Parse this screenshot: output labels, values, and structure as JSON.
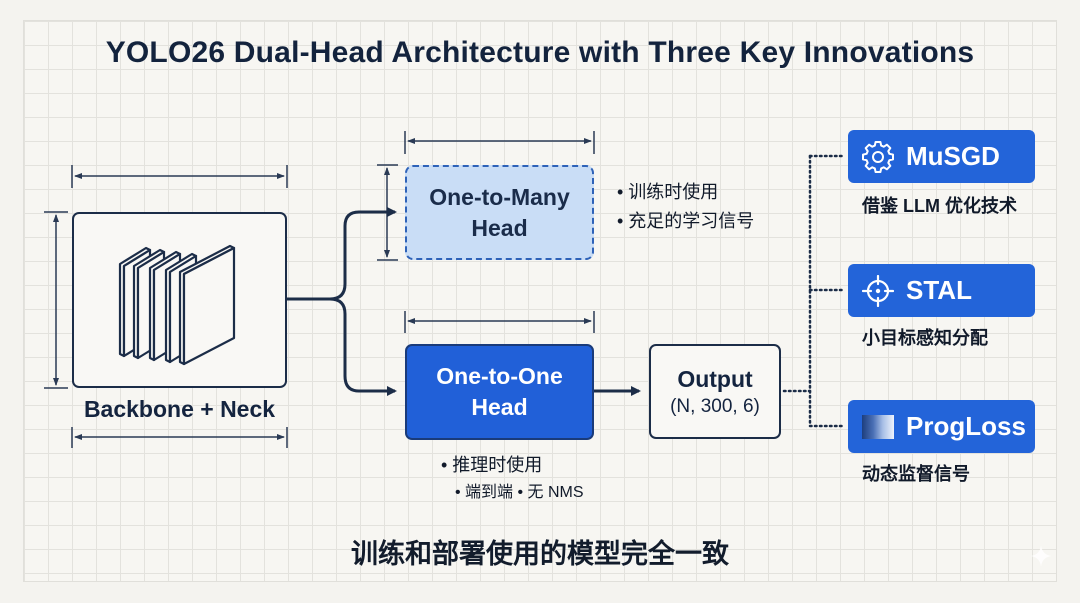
{
  "title": "YOLO26 Dual-Head Architecture with Three Key Innovations",
  "colors": {
    "ink": "#14243f",
    "accent_blue": "#2364d9",
    "light_blue": "#c9ddf6",
    "dashed_border": "#2e62b8",
    "background": "#f4f3ef",
    "grid": "#e3e2dd"
  },
  "backbone": {
    "label": "Backbone + Neck",
    "icon": "stacked-feature-maps-icon"
  },
  "one_to_many_head": {
    "line1": "One-to-Many",
    "line2": "Head",
    "style": "dashed",
    "bullets": [
      "• 训练时使用",
      "• 充足的学习信号"
    ]
  },
  "one_to_one_head": {
    "line1": "One-to-One",
    "line2": "Head",
    "style": "solid",
    "bullets": [
      "• 推理时使用"
    ],
    "sub_bullets": "• 端到端  • 无 NMS"
  },
  "output": {
    "title": "Output",
    "shape": "(N, 300, 6)"
  },
  "innovations": [
    {
      "name": "MuSGD",
      "icon": "gear-icon",
      "description": "借鉴 LLM 优化技术"
    },
    {
      "name": "STAL",
      "icon": "crosshair-icon",
      "description": "小目标感知分配"
    },
    {
      "name": "ProgLoss",
      "icon": "gradient-bar-icon",
      "description": "动态监督信号"
    }
  ],
  "footer": "训练和部署使用的模型完全一致"
}
